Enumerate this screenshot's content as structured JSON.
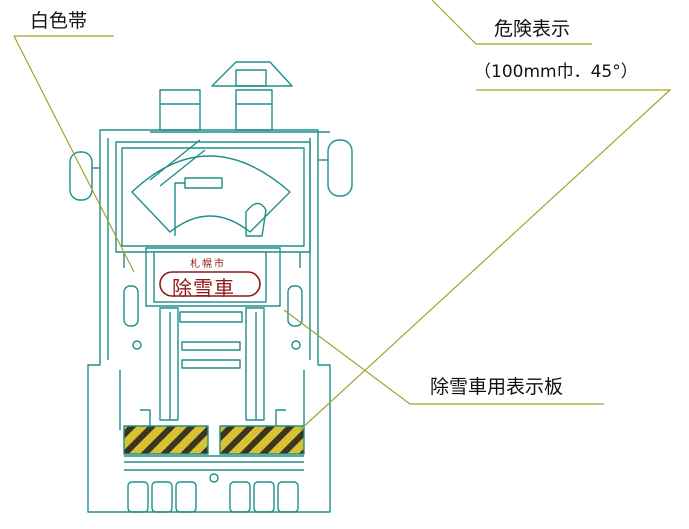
{
  "labels": {
    "white_band": "白色帯",
    "hazard_marking": "危険表示",
    "hazard_spec": "（100mm巾．45°）",
    "vehicle_sign": "除雪車用表示板",
    "plate_city": "札幌市",
    "plate_main": "除雪車"
  },
  "colors": {
    "vehicle_line": "#1f8f8a",
    "leader_line": "#a7a12c",
    "plate_text": "#8f1a1a",
    "stripe_yellow": "#d8c234",
    "stripe_dark": "#3b3520"
  }
}
